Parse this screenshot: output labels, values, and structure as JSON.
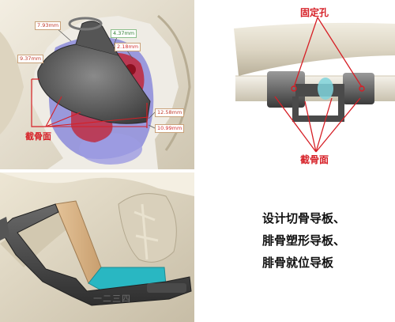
{
  "skull_panel": {
    "measurements": {
      "m1": "7.93mm",
      "m2": "4.37mm",
      "m3": "2.18mm",
      "m4": "9.37mm",
      "m5": "12.58mm",
      "m6": "10.99mm"
    },
    "label": "截骨面"
  },
  "fibula_panel": {
    "top_label": "固定孔",
    "bottom_label": "截骨面"
  },
  "jaw_panel": {
    "guide_text": "一二三四"
  },
  "caption": {
    "lines": [
      "设计切骨导板、",
      "腓骨塑形导板、",
      "腓骨就位导板"
    ]
  },
  "colors": {
    "annotation_red": "#d61f26",
    "guide_dark": "#3a3a3a",
    "bone": "#e8e2d3",
    "flap_tan": "#d9b48a",
    "guide_cyan": "#29b7c2",
    "tissue_red": "#c0273a",
    "tissue_purple": "#7b7ad6"
  }
}
